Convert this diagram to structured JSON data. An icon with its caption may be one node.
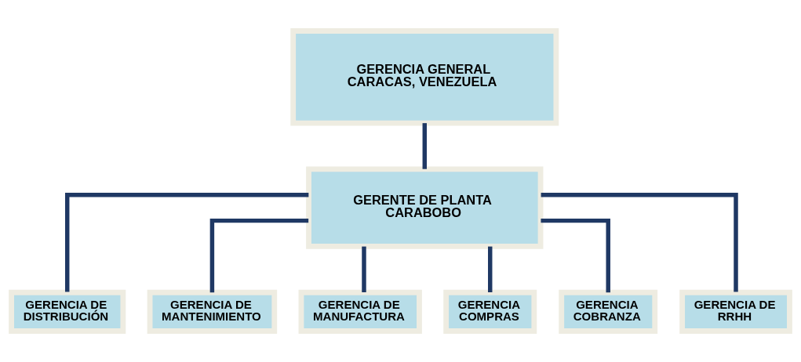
{
  "diagram": {
    "nodes": [
      {
        "text": [
          "GERENCIA GENERAL",
          "CARACAS, VENEZUELA"
        ]
      },
      {
        "text": [
          "GERENTE DE PLANTA",
          "CARABOBO"
        ]
      },
      {
        "text": [
          "GERENCIA DE DISTRIBUCIÓN"
        ]
      },
      {
        "text": [
          "GERENCIA DE MANTENIMIENTO"
        ]
      },
      {
        "text": [
          "GERENCIA DE MANUFACTURA"
        ]
      },
      {
        "text": [
          "GERENCIA COMPRAS"
        ]
      },
      {
        "text": [
          "GERENCIA COBRANZA"
        ]
      },
      {
        "text": [
          "GERENCIA DE RRHH"
        ]
      }
    ],
    "edges": [
      {
        "from": 0,
        "to": 1,
        "arrow": "none"
      },
      {
        "from": 1,
        "to": 2,
        "arrow": "none"
      },
      {
        "from": 1,
        "to": 3,
        "arrow": "none"
      },
      {
        "from": 1,
        "to": 4,
        "arrow": "none"
      },
      {
        "from": 1,
        "to": 5,
        "arrow": "none"
      },
      {
        "from": 1,
        "to": 6,
        "arrow": "none"
      },
      {
        "from": 1,
        "to": 7,
        "arrow": "none"
      }
    ]
  }
}
